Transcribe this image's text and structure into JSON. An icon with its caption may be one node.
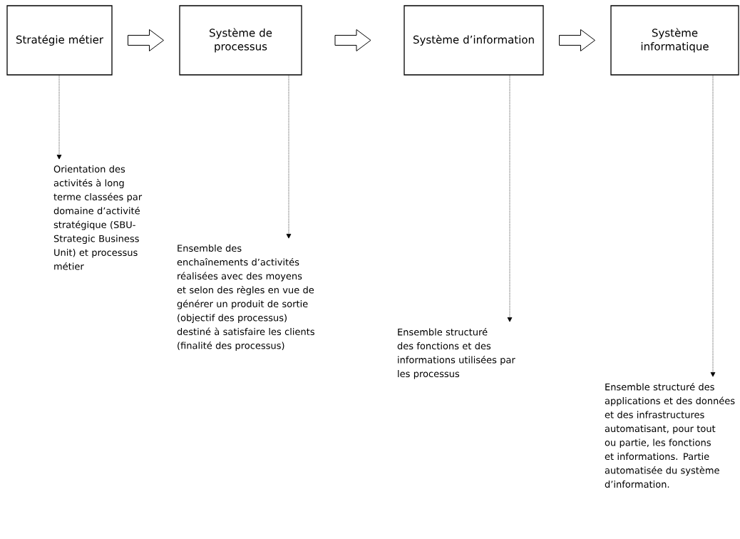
{
  "diagram": {
    "nodes": [
      {
        "text": [
          "Stratégie métier"
        ]
      },
      {
        "text": [
          "Système de processus"
        ]
      },
      {
        "text": [
          "Système d’information"
        ]
      },
      {
        "text": [
          "Système informatique"
        ]
      },
      {
        "text": [
          "Orientation des activités à long terme classées par domaine d’activité stratégique (SBU-Strategic Business Unit) et processus métier"
        ]
      },
      {
        "text": [
          "Ensemble des enchaînements d’activités réalisées avec des moyens et selon des règles en vue de générer un produit de sortie (objectif des processus) destiné à satisfaire les clients (finalité des processus)"
        ]
      },
      {
        "text": [
          "Ensemble structuré des fonctions et des informations utilisées par les processus"
        ]
      },
      {
        "text": [
          "Ensemble structuré des applications et des données et des infrastructures automatisant, pour tout ou partie, les fonctions et informations. Partie automatisée du système d’information."
        ]
      }
    ],
    "edges": [
      {
        "from": 0,
        "to": 1,
        "arrow": "to"
      },
      {
        "from": 1,
        "to": 2,
        "arrow": "to"
      },
      {
        "from": 2,
        "to": 3,
        "arrow": "to"
      },
      {
        "from": 0,
        "to": 4,
        "arrow": "to",
        "style": "dashed"
      },
      {
        "from": 1,
        "to": 5,
        "arrow": "to",
        "style": "dashed"
      },
      {
        "from": 2,
        "to": 6,
        "arrow": "to",
        "style": "dashed"
      },
      {
        "from": 3,
        "to": 7,
        "arrow": "to",
        "style": "dashed"
      }
    ]
  }
}
